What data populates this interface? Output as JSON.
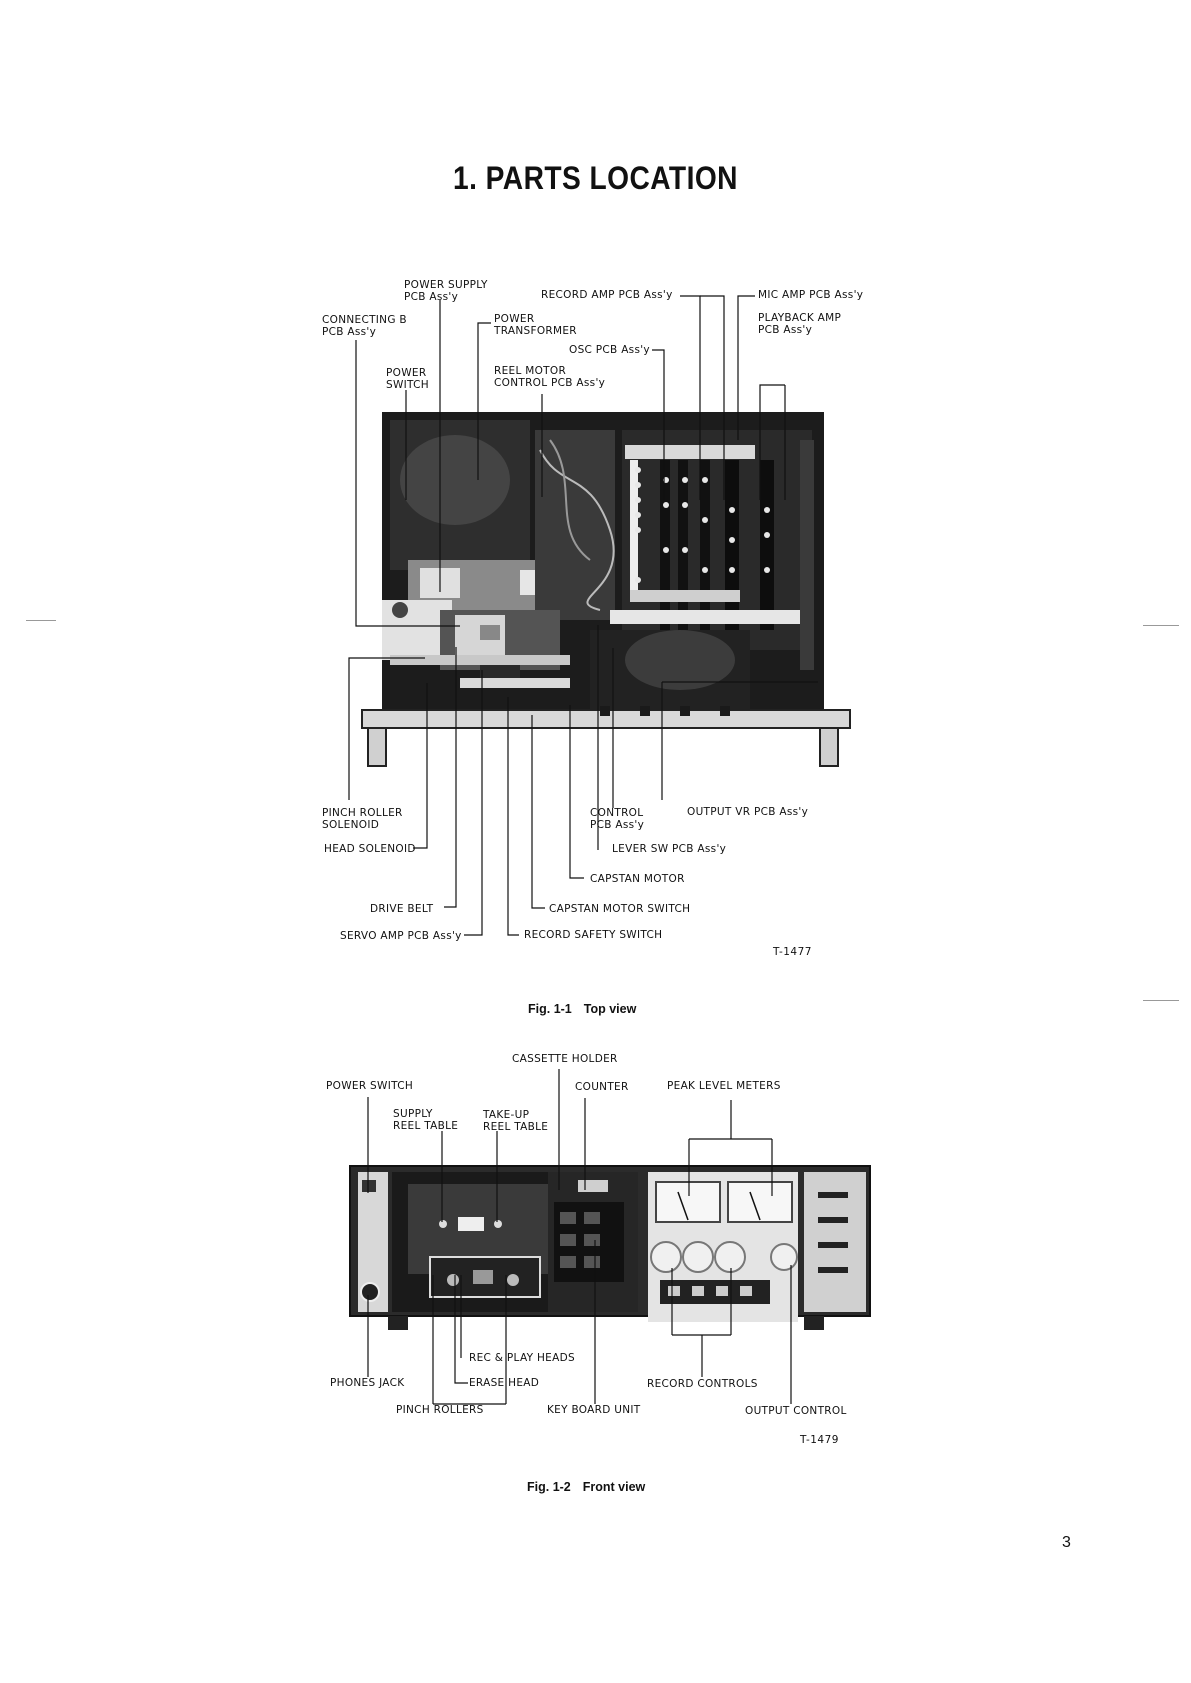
{
  "page": {
    "title": "1. PARTS LOCATION",
    "page_number": "3"
  },
  "fig1": {
    "caption_number": "Fig. 1-1",
    "caption_title": "Top view",
    "code": "T-1477",
    "labels": {
      "power_supply_pcb": [
        "POWER SUPPLY",
        "PCB Ass'y"
      ],
      "record_amp_pcb": "RECORD AMP PCB Ass'y",
      "mic_amp_pcb": "MIC AMP PCB Ass'y",
      "connecting_b_pcb": [
        "CONNECTING B",
        "PCB Ass'y"
      ],
      "power_transformer": [
        "POWER",
        "TRANSFORMER"
      ],
      "playback_amp_pcb": [
        "PLAYBACK AMP",
        "PCB Ass'y"
      ],
      "osc_pcb": "OSC PCB Ass'y",
      "power_switch": [
        "POWER",
        "SWITCH"
      ],
      "reel_motor_control_pcb": [
        "REEL MOTOR",
        "CONTROL PCB Ass'y"
      ],
      "pinch_roller_solenoid": [
        "PINCH ROLLER",
        "SOLENOID"
      ],
      "control_pcb": [
        "CONTROL",
        "PCB Ass'y"
      ],
      "output_vr_pcb": "OUTPUT VR PCB Ass'y",
      "head_solenoid": "HEAD SOLENOID",
      "lever_sw_pcb": "LEVER SW PCB Ass'y",
      "capstan_motor": "CAPSTAN MOTOR",
      "drive_belt": "DRIVE BELT",
      "capstan_motor_switch": "CAPSTAN MOTOR SWITCH",
      "servo_amp_pcb": "SERVO AMP PCB Ass'y",
      "record_safety_switch": "RECORD SAFETY SWITCH"
    }
  },
  "fig2": {
    "caption_number": "Fig. 1-2",
    "caption_title": "Front view",
    "code": "T-1479",
    "labels": {
      "cassette_holder": "CASSETTE HOLDER",
      "power_switch": "POWER SWITCH",
      "counter": "COUNTER",
      "peak_level_meters": "PEAK LEVEL METERS",
      "supply_reel_table": [
        "SUPPLY",
        "REEL TABLE"
      ],
      "takeup_reel_table": [
        "TAKE-UP",
        "REEL TABLE"
      ],
      "rec_play_heads": "REC & PLAY HEADS",
      "phones_jack": "PHONES JACK",
      "erase_head": "ERASE HEAD",
      "record_controls": "RECORD CONTROLS",
      "pinch_rollers": "PINCH ROLLERS",
      "key_board_unit": "KEY BOARD UNIT",
      "output_control": "OUTPUT CONTROL"
    }
  }
}
